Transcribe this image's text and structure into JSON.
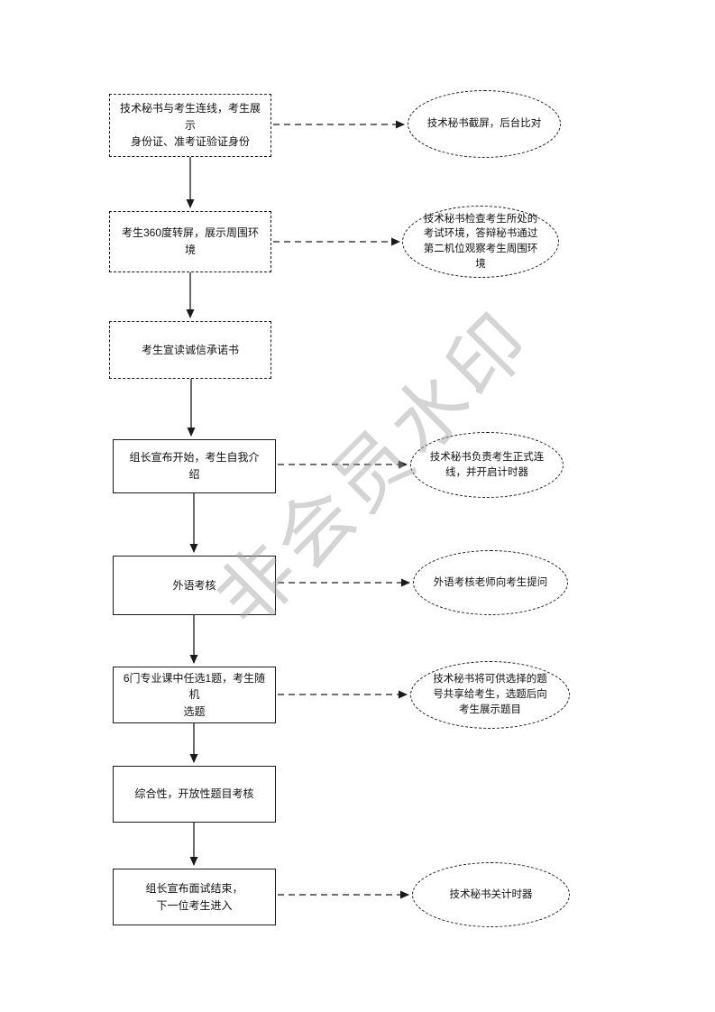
{
  "watermark": "非会员水印",
  "flow": {
    "steps": [
      {
        "label": "技术秘书与考生连线，考生展示\n身份证、准考证验证身份"
      },
      {
        "label": "考生360度转屏，展示周围环境"
      },
      {
        "label": "考生宣读诚信承诺书"
      },
      {
        "label": "组长宣布开始，考生自我介\n绍"
      },
      {
        "label": "外语考核"
      },
      {
        "label": "6门专业课中任选1题，考生随机\n选题"
      },
      {
        "label": "综合性，开放性题目考核"
      },
      {
        "label": "组长宣布面试结束，\n下一位考生进入"
      }
    ],
    "callouts": [
      {
        "label": "技术秘书截屏，后台比对"
      },
      {
        "label": "技术秘书检查考生所处的\n考试环境，答辩秘书通过\n第二机位观察考生周围环\n境"
      },
      {
        "label": "技术秘书负责考生正式连\n线，并开启计时器"
      },
      {
        "label": "外语考核老师向考生提问"
      },
      {
        "label": "技术秘书将可供选择的题\n号共享给考生，选题后向\n考生展示题目"
      },
      {
        "label": "技术秘书关计时器"
      }
    ]
  }
}
